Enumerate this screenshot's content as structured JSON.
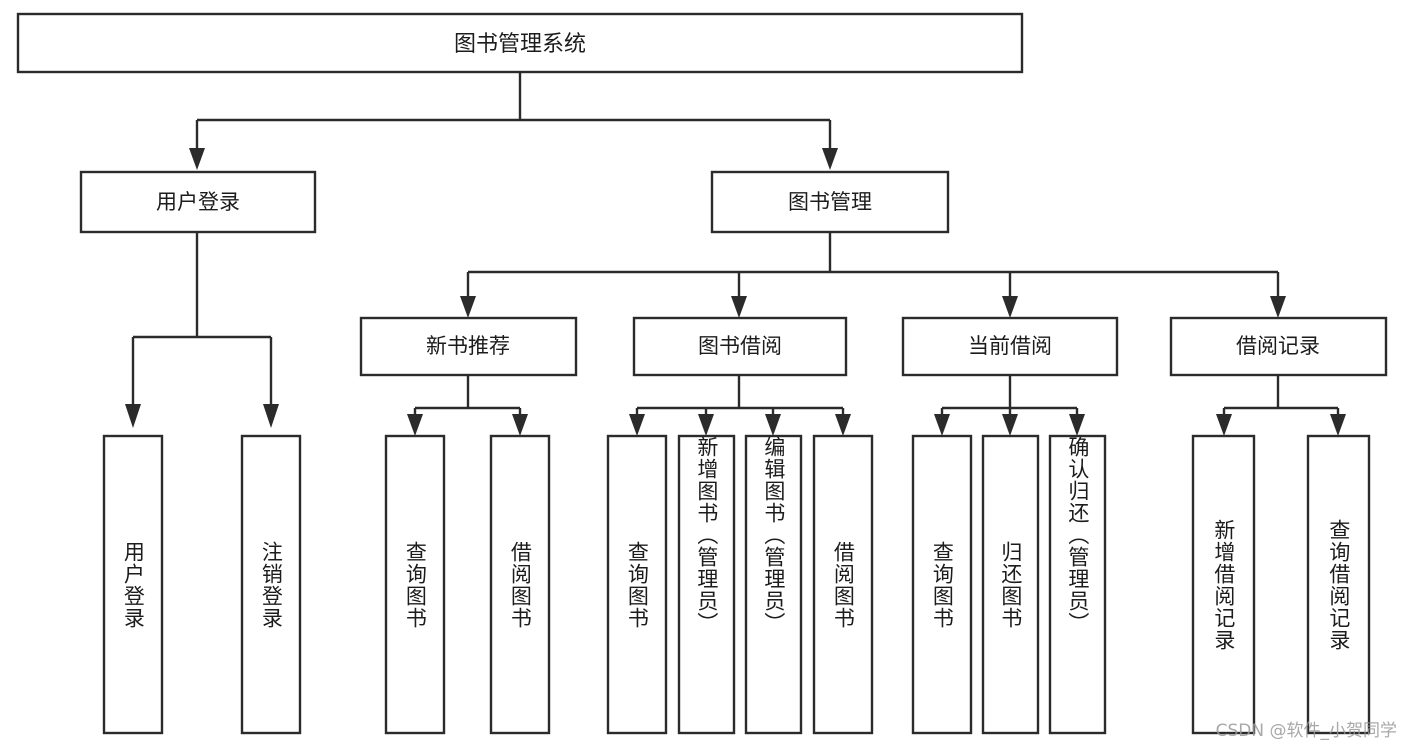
{
  "diagram": {
    "type": "tree-hierarchy",
    "title": "图书管理系统",
    "watermark": "CSDN @软件_小贺同学",
    "colors": {
      "background": "#ffffff",
      "stroke": "#2b2b2b",
      "text": "#1c1c1c",
      "watermark": "#9a9a9a"
    },
    "root": {
      "label": "图书管理系统"
    },
    "level1": [
      {
        "label": "用户登录"
      },
      {
        "label": "图书管理"
      }
    ],
    "level2": [
      {
        "label": "新书推荐"
      },
      {
        "label": "图书借阅"
      },
      {
        "label": "当前借阅"
      },
      {
        "label": "借阅记录"
      }
    ],
    "leaves": {
      "user_login": [
        {
          "label": "用户登录"
        },
        {
          "label": "注销登录"
        }
      ],
      "new_book_recommend": [
        {
          "label": "查询图书"
        },
        {
          "label": "借阅图书"
        }
      ],
      "book_borrow": [
        {
          "label": "查询图书"
        },
        {
          "label": "新增图书（管理员）"
        },
        {
          "label": "编辑图书（管理员）"
        },
        {
          "label": "借阅图书"
        }
      ],
      "current_borrow": [
        {
          "label": "查询图书"
        },
        {
          "label": "归还图书"
        },
        {
          "label": "确认归还（管理员）"
        }
      ],
      "borrow_record": [
        {
          "label": "新增借阅记录"
        },
        {
          "label": "查询借阅记录"
        }
      ]
    }
  }
}
